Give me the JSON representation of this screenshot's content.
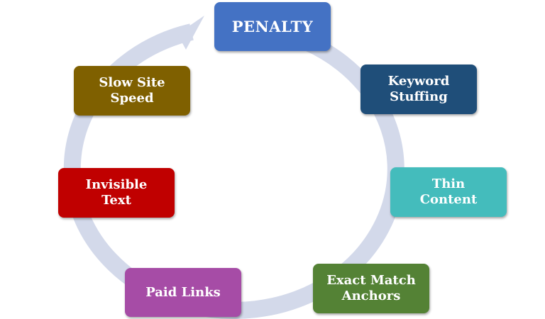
{
  "diagram": {
    "type": "cycle",
    "ring_color": "#d3d9ea",
    "nodes": [
      {
        "id": "penalty",
        "lines": [
          "PENALTY"
        ],
        "color": "#4472c4"
      },
      {
        "id": "keyword-stuffing",
        "lines": [
          "Keyword",
          "Stuffing"
        ],
        "color": "#1f4e79"
      },
      {
        "id": "thin-content",
        "lines": [
          "Thin",
          "Content"
        ],
        "color": "#44bcbc"
      },
      {
        "id": "exact-match-anchors",
        "lines": [
          "Exact Match",
          "Anchors"
        ],
        "color": "#548235"
      },
      {
        "id": "paid-links",
        "lines": [
          "Paid Links"
        ],
        "color": "#a64ca6"
      },
      {
        "id": "invisible-text",
        "lines": [
          "Invisible",
          "Text"
        ],
        "color": "#c00000"
      },
      {
        "id": "slow-site-speed",
        "lines": [
          "Slow Site",
          "Speed"
        ],
        "color": "#7f6000"
      }
    ]
  }
}
